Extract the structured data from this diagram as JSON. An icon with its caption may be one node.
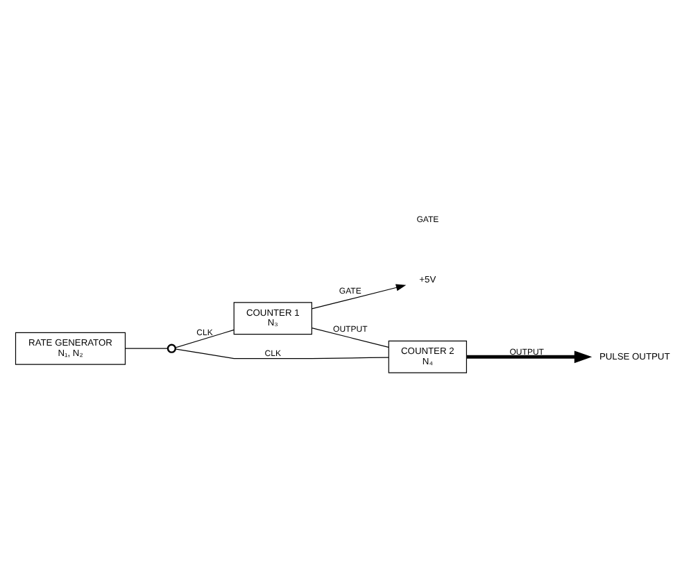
{
  "diagram": {
    "nodes": [
      {
        "text": [
          "RATE GENERATOR",
          "N₁, N₂"
        ]
      },
      {
        "text": [],
        "shape": "circle"
      },
      {
        "text": [
          "COUNTER 1",
          "N₃"
        ]
      },
      {
        "text": [
          "+5V"
        ]
      },
      {
        "text": [
          "COUNTER 2",
          "N₄"
        ]
      },
      {
        "text": [
          "PULSE OUTPUT"
        ]
      }
    ],
    "edges": [
      {
        "from": 0,
        "to": 1,
        "arrow": "none"
      },
      {
        "from": 1,
        "to": 2,
        "arrow": "none",
        "label": "CLK"
      },
      {
        "from": 2,
        "to": 3,
        "arrow": "to",
        "label": "GATE"
      },
      {
        "from": 1,
        "to": 4,
        "arrow": "none",
        "label": "CLK"
      },
      {
        "from": 2,
        "to": 4,
        "arrow": "none",
        "label": "OUTPUT"
      },
      {
        "from": 4,
        "to": 5,
        "arrow": "to",
        "label": "OUTPUT",
        "style": "thick"
      }
    ],
    "labels": [
      "GATE"
    ]
  }
}
